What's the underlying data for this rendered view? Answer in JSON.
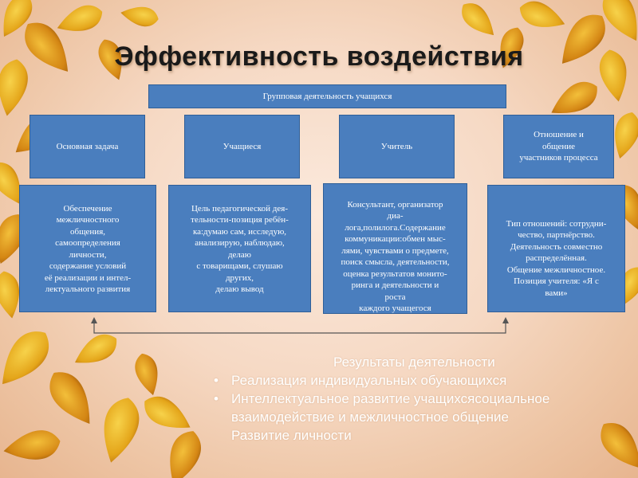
{
  "slide": {
    "title": "Эффективность воздействия",
    "group_activity": "Групповая деятельность учащихся",
    "columns": [
      {
        "header": "Основная задача",
        "content": "Обеспечение\nмежличностного\nобщения,\nсамоопределения\nличности,\nсодержание условий\nеё реализации и интел-\nлектуального развития"
      },
      {
        "header": "Учащиеся",
        "content": "Цель педагогической дея-\nтельности-позиция ребён-\nка:думаю сам, исследую,\nанализирую, наблюдаю,\nделаю\nс товарищами, слушаю\nдругих,\nделаю вывод"
      },
      {
        "header": "Учитель",
        "content": "Консультант, организатор\nдиа-\nлога,полилога.Содержание\nкоммуникации:обмен мыс-\nлями, чувствами о предмете,\nпоиск смысла, деятельности,\nоценка результатов монито-\nринга и деятельности  и\nроста\nкаждого учащегося"
      },
      {
        "header": "Отношение и\nобщение\nучастников процесса",
        "content": "Тип отношений: сотрудни-\nчество, партнёрство.\nДеятельность совместно\nраспределённая.\nОбщение межличностное.\nПозиция учителя: «Я с\nвами»"
      }
    ],
    "results": {
      "title": "Результаты деятельности",
      "items": [
        "Реализация индивидуальных обучающихся",
        "Интеллектуальное развитие учащихсясоциальное взаимодействие и межличностное общение",
        "Развитие личности"
      ]
    }
  },
  "colors": {
    "box_fill": "#4a7ebe",
    "box_border": "#2f5f98",
    "title_text": "#1a1a1a",
    "results_text": "#ffffff",
    "leaf_yellow": "#e9b21c",
    "leaf_orange": "#d9861a"
  },
  "decorations": [
    "autumn-leaves-background"
  ]
}
